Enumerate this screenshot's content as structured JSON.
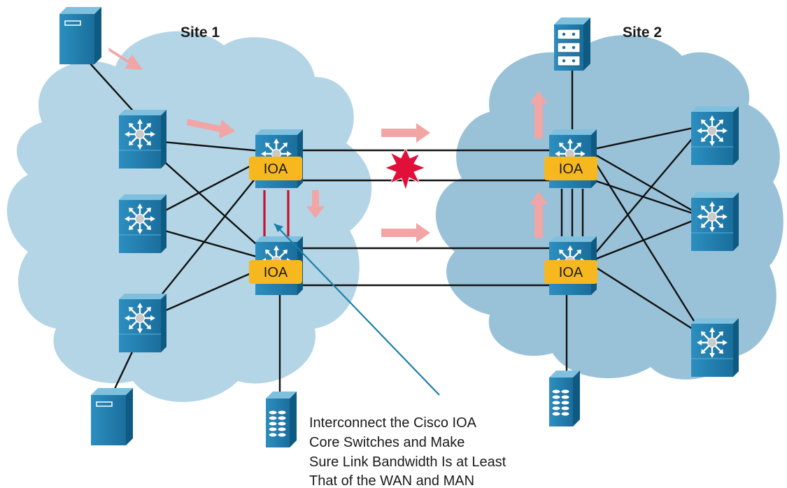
{
  "site1": {
    "title": "Site 1"
  },
  "site2": {
    "title": "Site 2"
  },
  "ioa_label": "IOA",
  "caption": {
    "lines": [
      "Interconnect the Cisco IOA",
      "Core Switches and Make",
      "Sure Link Bandwidth Is at Least",
      "That of the WAN and MAN"
    ]
  },
  "colors": {
    "cloud_site1": "#b3d5e6",
    "cloud_site2": "#99c2d9",
    "device_blue": "#1f78a8",
    "ioa_band": "#f7b81f",
    "flow_arrow": "#f2a5a5",
    "redundant_link": "#c8102e",
    "failure_burst": "#e0103a",
    "callout_line": "#1a7fa8"
  },
  "icons": {
    "server": "server-icon",
    "storage": "storage-array-icon",
    "switch": "multilayer-switch-icon",
    "failure": "link-failure-icon",
    "flow": "traffic-flow-arrow-icon"
  }
}
